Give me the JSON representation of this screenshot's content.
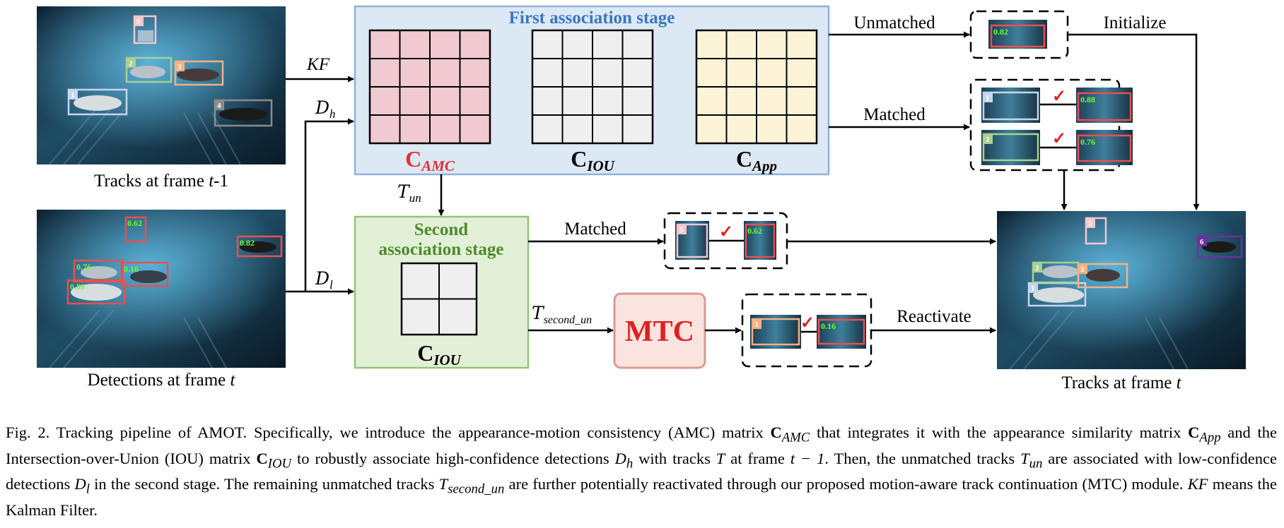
{
  "colors": {
    "amc_red": "#e53030",
    "first_stage_fill": "#dde8f5",
    "first_stage_border": "#8fb3d9",
    "first_stage_title": "#3878c0",
    "second_stage_fill": "#e3f0d8",
    "second_stage_border": "#92c47a",
    "second_stage_title": "#4f8a2c",
    "amc_cell": "#f0cad0",
    "iou_cell": "#efefef",
    "app_cell": "#fdf3d6",
    "mtc_fill": "#fbe3df",
    "mtc_border": "#d99a93",
    "mtc_text": "#e02020",
    "check_mark": "#e02020"
  },
  "panels": {
    "tracks_prev_label_pre": "Tracks at frame ",
    "tracks_prev_label_t": "t",
    "tracks_prev_label_post": "-1",
    "detections_label_pre": "Detections at frame ",
    "detections_label_t": "t",
    "tracks_now_label_pre": "Tracks at frame ",
    "tracks_now_label_t": "t"
  },
  "tracks_prev": [
    "1",
    "2",
    "3",
    "4",
    "5"
  ],
  "detection_scores": [
    "0.82",
    "0.76",
    "0.16",
    "0.88",
    "0.62"
  ],
  "tracks_now": [
    "1",
    "2",
    "3",
    "5",
    "6"
  ],
  "first_stage": {
    "title": "First association stage",
    "amc_base": "C",
    "amc_sub": "AMC",
    "iou_base": "C",
    "iou_sub": "IOU",
    "app_base": "C",
    "app_sub": "App"
  },
  "second_stage": {
    "title_line1": "Second",
    "title_line2": "association stage",
    "iou_base": "C",
    "iou_sub": "IOU"
  },
  "mtc": {
    "label": "MTC"
  },
  "arrows": {
    "kf": "KF",
    "dh_base": "D",
    "dh_sub": "h",
    "dl_base": "D",
    "dl_sub": "l",
    "tun_base": "T",
    "tun_sub": "un",
    "tsecond_base": "T",
    "tsecond_sub": "second_un",
    "unmatched": "Unmatched",
    "initialize": "Initialize",
    "matched_top": "Matched",
    "matched_mid": "Matched",
    "reactivate": "Reactivate"
  },
  "crops": {
    "unmatched_score": "0.82",
    "match1_track": "1",
    "match1_score": "0.88",
    "match2_track": "2",
    "match2_score": "0.76",
    "second_track": "5",
    "second_score": "0.62",
    "reactivate_track": "3",
    "reactivate_score": "0.16",
    "check": "✓"
  },
  "caption": {
    "p1": "Fig. 2.  Tracking pipeline of AMOT. Specifically, we introduce the appearance-motion consistency (AMC) matrix ",
    "m1": "C",
    "m1s": "AMC",
    "p2": " that integrates it with the appearance similarity matrix ",
    "m2": "C",
    "m2s": "App",
    "p3": " and the Intersection-over-Union (IOU) matrix ",
    "m3": "C",
    "m3s": "IOU",
    "p4": " to robustly associate high-confidence detections ",
    "m4": "D",
    "m4s": "h",
    "p5": " with tracks ",
    "m5": "T",
    "p6": " at frame ",
    "m6": "t − 1",
    "p7": ". Then, the unmatched tracks ",
    "m7": "T",
    "m7s": "un",
    "p8": " are associated with low-confidence detections ",
    "m8": "D",
    "m8s": "l",
    "p9": " in the second stage. The remaining unmatched tracks ",
    "m9": "T",
    "m9s": "second_un",
    "p10": " are further potentially reactivated through our proposed motion-aware track continuation (MTC) module. ",
    "m10": "KF",
    "p11": " means the Kalman Filter."
  }
}
